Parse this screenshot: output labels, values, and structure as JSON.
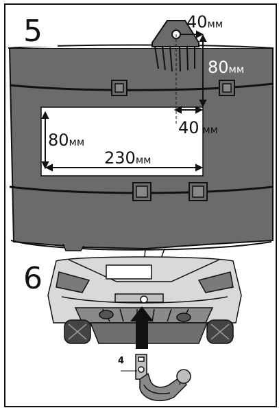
{
  "steps": {
    "step5": "5",
    "step6": "6"
  },
  "dimensions": {
    "top_offset": {
      "value": "40",
      "unit": "мм"
    },
    "bracket_vertical": {
      "value": "80",
      "unit": "мм"
    },
    "side_offset": {
      "value": "40",
      "unit": " мм"
    },
    "cutout_height": {
      "value": "80",
      "unit": "мм"
    },
    "cutout_width": {
      "value": "230",
      "unit": "мм"
    }
  },
  "parts": {
    "hitch_label": "4"
  },
  "colors": {
    "bumper": "#6b6b6b",
    "outline": "#111111",
    "background": "#ffffff"
  }
}
